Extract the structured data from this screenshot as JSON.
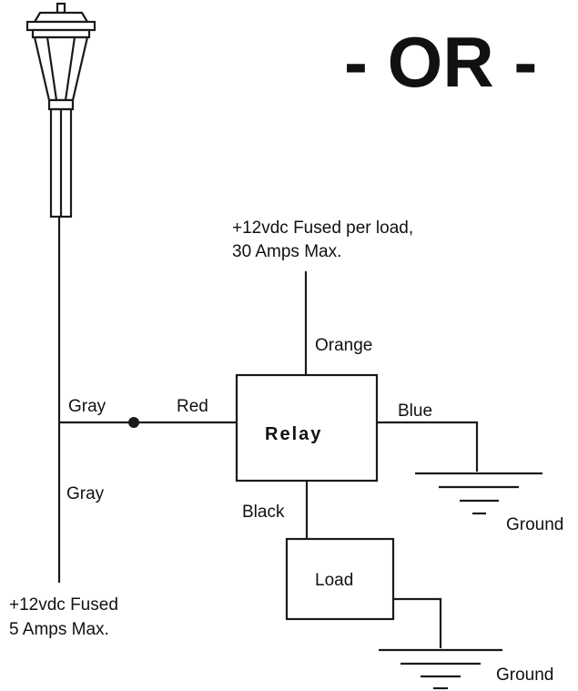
{
  "title": "- OR -",
  "supply_top": {
    "line1": "+12vdc Fused per load,",
    "line2": "30 Amps Max."
  },
  "supply_bottom": {
    "line1": "+12vdc Fused",
    "line2": "5 Amps Max."
  },
  "wires": {
    "orange": "Orange",
    "red": "Red",
    "blue": "Blue",
    "black": "Black",
    "gray_top": "Gray",
    "gray_bottom": "Gray"
  },
  "components": {
    "relay": "Relay",
    "load": "Load"
  },
  "grounds": {
    "upper": "Ground",
    "lower": "Ground"
  },
  "icons": {
    "lamp": "lamp-post-icon",
    "ground": "ground-symbol-icon",
    "junction": "junction-dot-icon"
  }
}
